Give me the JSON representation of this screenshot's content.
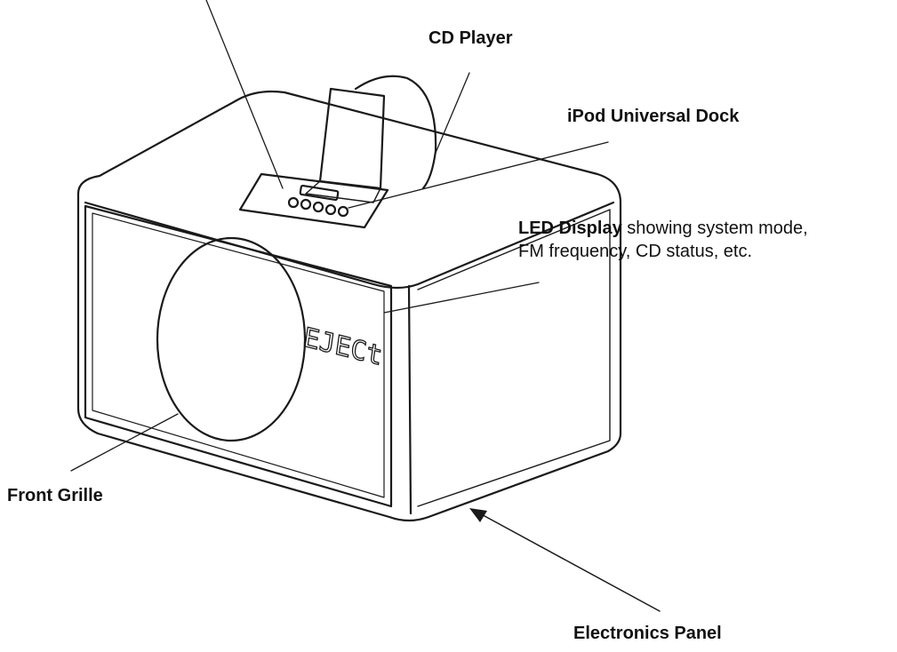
{
  "labels": {
    "cd_player": "CD Player",
    "ipod_dock": "iPod Universal Dock",
    "led_display": {
      "title": "LED Display",
      "line1_rest": " showing system mode,",
      "line2": "FM frequency, CD status, etc."
    },
    "front_grille": "Front Grille",
    "electronics_panel": "Electronics Panel",
    "led_readout": "EJECt"
  },
  "colors": {
    "line": "#1a1a1a",
    "background": "#ffffff",
    "text": "#111111"
  }
}
